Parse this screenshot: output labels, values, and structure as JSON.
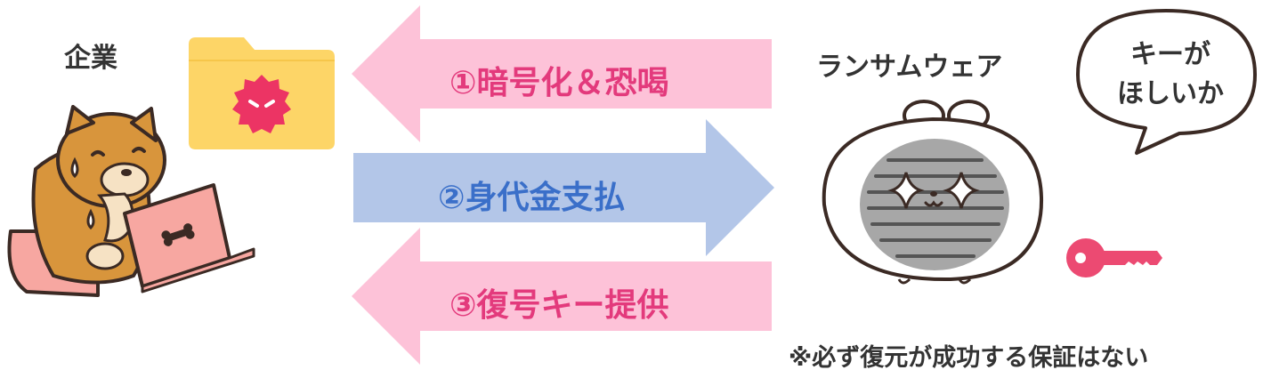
{
  "company_label": "企業",
  "ransomware_label": "ランサムウェア",
  "bubble": {
    "line1": "キーが",
    "line2": "ほしいか"
  },
  "arrows": {
    "step1": "①暗号化＆恐喝",
    "step2": "②身代金支払",
    "step3": "③復号キー提供"
  },
  "note": "※必ず復元が成功する保証はない",
  "colors": {
    "pink_arrow": "#fdc2d8",
    "pink_text": "#e33a7c",
    "blue_arrow": "#b3c6e8",
    "blue_text": "#3a6fc9",
    "folder": "#fdd567",
    "badge": "#ec3464",
    "key": "#ec4a72"
  },
  "icons": [
    "dog-at-laptop-illustration",
    "infected-folder-icon",
    "ransomware-cat-illustration",
    "key-icon",
    "speech-bubble"
  ]
}
